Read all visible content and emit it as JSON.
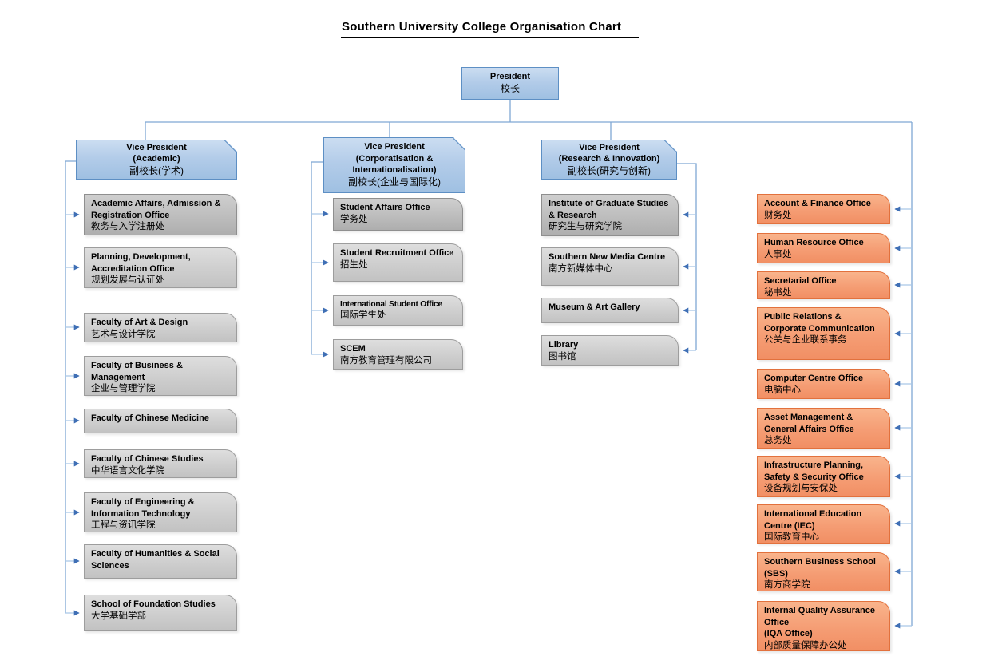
{
  "title": "Southern University College Organisation Chart",
  "colors": {
    "box_blue": "#b3cce9",
    "box_blue_border": "#5d8fc4",
    "box_grey": "#cecece",
    "box_grey_dark": "#bdbdbd",
    "box_orange": "#f59d74",
    "box_orange_border": "#e2713d",
    "connector_line": "#7fa8d4",
    "arrow_shaft": "#a9c7e6",
    "arrow_head": "#3f6fb5"
  },
  "org": {
    "president": {
      "en": "President",
      "cn": "校长"
    },
    "branches": [
      {
        "id": "academic",
        "vp": {
          "en": "Vice President\n(Academic)",
          "cn": "副校长(学术)"
        },
        "boxes": [
          {
            "en": "Academic Affairs, Admission & Registration Office",
            "cn": "教务与入学注册处"
          },
          {
            "en": "Planning, Development, Accreditation Office",
            "cn": "规划发展与认证处"
          },
          {
            "en": "Faculty of Art & Design",
            "cn": "艺术与设计学院"
          },
          {
            "en": "Faculty of Business & Management",
            "cn": "企业与管理学院"
          },
          {
            "en": "Faculty of Chinese Medicine",
            "cn": ""
          },
          {
            "en": "Faculty of Chinese Studies",
            "cn": "中华语言文化学院"
          },
          {
            "en": "Faculty of Engineering & Information Technology",
            "cn": "工程与资讯学院"
          },
          {
            "en": "Faculty of Humanities & Social Sciences",
            "cn": ""
          },
          {
            "en": "School of Foundation Studies",
            "cn": "大学基础学部"
          }
        ]
      },
      {
        "id": "corporatisation",
        "vp": {
          "en": "Vice President\n(Corporatisation &\nInternationalisation)",
          "cn": "副校长(企业与国际化)"
        },
        "boxes": [
          {
            "en": "Student Affairs Office",
            "cn": "学务处"
          },
          {
            "en": "Student Recruitment Office",
            "cn": "招生处"
          },
          {
            "en": "International Student Office",
            "cn": "国际学生处"
          },
          {
            "en": "SCEM",
            "cn": "南方教育管理有限公司"
          }
        ]
      },
      {
        "id": "research",
        "vp": {
          "en": "Vice President\n(Research & Innovation)",
          "cn": "副校长(研究与创新)"
        },
        "boxes": [
          {
            "en": "Institute of Graduate Studies & Research",
            "cn": "研究生与研究学院"
          },
          {
            "en": "Southern New Media Centre",
            "cn": "南方新媒体中心"
          },
          {
            "en": "Museum & Art Gallery",
            "cn": ""
          },
          {
            "en": "Library",
            "cn": "图书馆"
          }
        ]
      },
      {
        "id": "president-direct",
        "boxes": [
          {
            "en": "Account & Finance Office",
            "cn": "财务处"
          },
          {
            "en": "Human Resource Office",
            "cn": "人事处"
          },
          {
            "en": "Secretarial Office",
            "cn": "秘书处"
          },
          {
            "en": "Public Relations & Corporate Communication",
            "cn": "公关与企业联系事务"
          },
          {
            "en": "Computer Centre Office",
            "cn": "电脑中心"
          },
          {
            "en": "Asset Management & General Affairs Office",
            "cn": "总务处"
          },
          {
            "en": "Infrastructure Planning, Safety & Security Office",
            "cn": "设备规划与安保处"
          },
          {
            "en": "International Education Centre (IEC)",
            "cn": "国际教育中心"
          },
          {
            "en": "Southern Business School\n(SBS)",
            "cn": "南方商学院"
          },
          {
            "en": "Internal Quality Assurance Office\n(IQA Office)",
            "cn": "内部质量保障办公处"
          }
        ]
      }
    ]
  }
}
